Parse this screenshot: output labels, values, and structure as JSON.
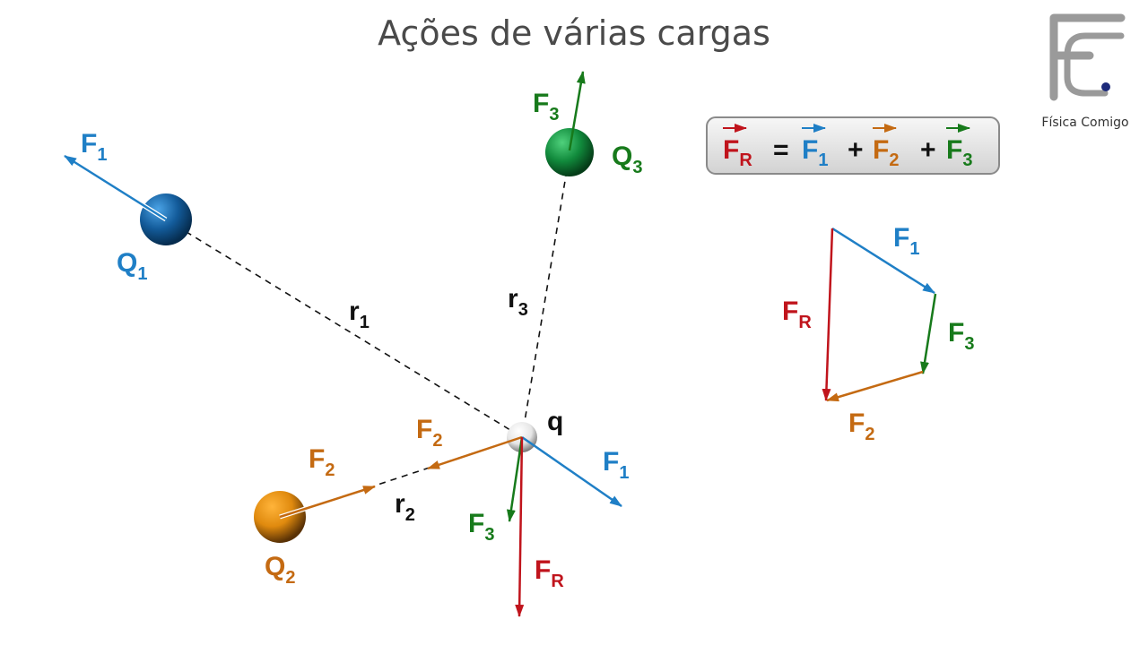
{
  "title": "Ações de várias cargas",
  "logo": {
    "name": "Física Comigo"
  },
  "colors": {
    "blue": "#1f7fc6",
    "orange": "#c46a12",
    "green": "#177a1b",
    "red": "#c0141c",
    "black": "#111111"
  },
  "charges": {
    "q1": {
      "main": "Q",
      "sub": "1"
    },
    "q2": {
      "main": "Q",
      "sub": "2"
    },
    "q3": {
      "main": "Q",
      "sub": "3"
    },
    "q": {
      "main": "q"
    }
  },
  "distances": {
    "r1": {
      "main": "r",
      "sub": "1"
    },
    "r2": {
      "main": "r",
      "sub": "2"
    },
    "r3": {
      "main": "r",
      "sub": "3"
    }
  },
  "forces": {
    "f1": {
      "main": "F",
      "sub": "1"
    },
    "f2": {
      "main": "F",
      "sub": "2"
    },
    "f3": {
      "main": "F",
      "sub": "3"
    },
    "fr": {
      "main": "F",
      "sub": "R"
    }
  },
  "equation": {
    "lhs": {
      "main": "F",
      "sub": "R"
    },
    "eq": "=",
    "plus": "+",
    "t1": {
      "main": "F",
      "sub": "1"
    },
    "t2": {
      "main": "F",
      "sub": "2"
    },
    "t3": {
      "main": "F",
      "sub": "3"
    }
  }
}
